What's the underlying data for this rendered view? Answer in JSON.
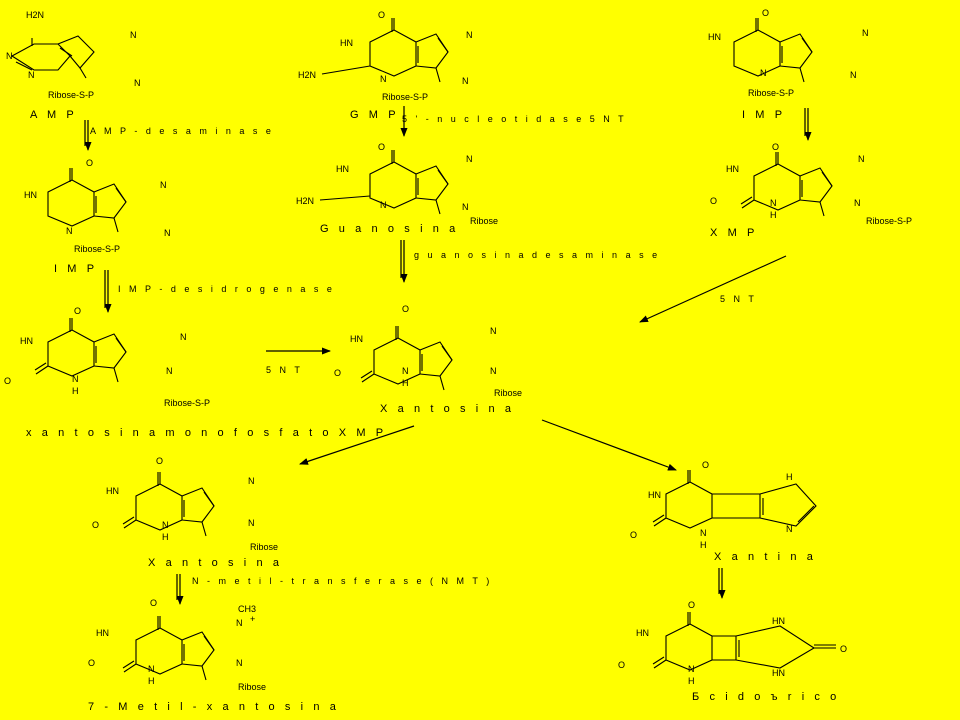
{
  "colors": {
    "background": "#ffff00",
    "ink": "#000000"
  },
  "atoms": {
    "H2N": "H2N",
    "HN": "HN",
    "N": "N",
    "NH": "N",
    "H": "H",
    "O": "O",
    "plus": "+"
  },
  "substituents": {
    "ribose_sp": "Ribose-S-P",
    "ribose": "Ribose",
    "ch3": "CH3"
  },
  "compounds": {
    "amp": "A M P",
    "gmp": "G M P",
    "imp_top": "I M P",
    "imp_left": "I M P",
    "guanosina": "G u a n o s i n a",
    "xmp": "X M P",
    "xmp_full": "x a n t o s i n a   m o n o f o s f a t o   X M P",
    "xantosina_center": "X a n t o s i n a",
    "xantosina_left": "X a n t o s i n a",
    "metilxantosina": "7 - M e t i l - x a n t o s i n a",
    "xantina": "X a n t i n a",
    "acido_urico": "Б c i d o   ъ r i c o"
  },
  "enzymes": {
    "amp_deaminase": "A M P - d e s a m i n a s e",
    "nucleotidase": "5 ' - n u c l e o t i d a s e  5 N T",
    "guanosine_deaminase": "g u a n o s i n a  d e s a m i n a s e",
    "imp_dehydrogenase": "I M P - d e s i d r o g e n a s e",
    "nt_center": "5  N T",
    "nt_right": "5  N T",
    "nmt": "N - m e t i l - t r a n s f e r a s e  ( N M T )"
  }
}
